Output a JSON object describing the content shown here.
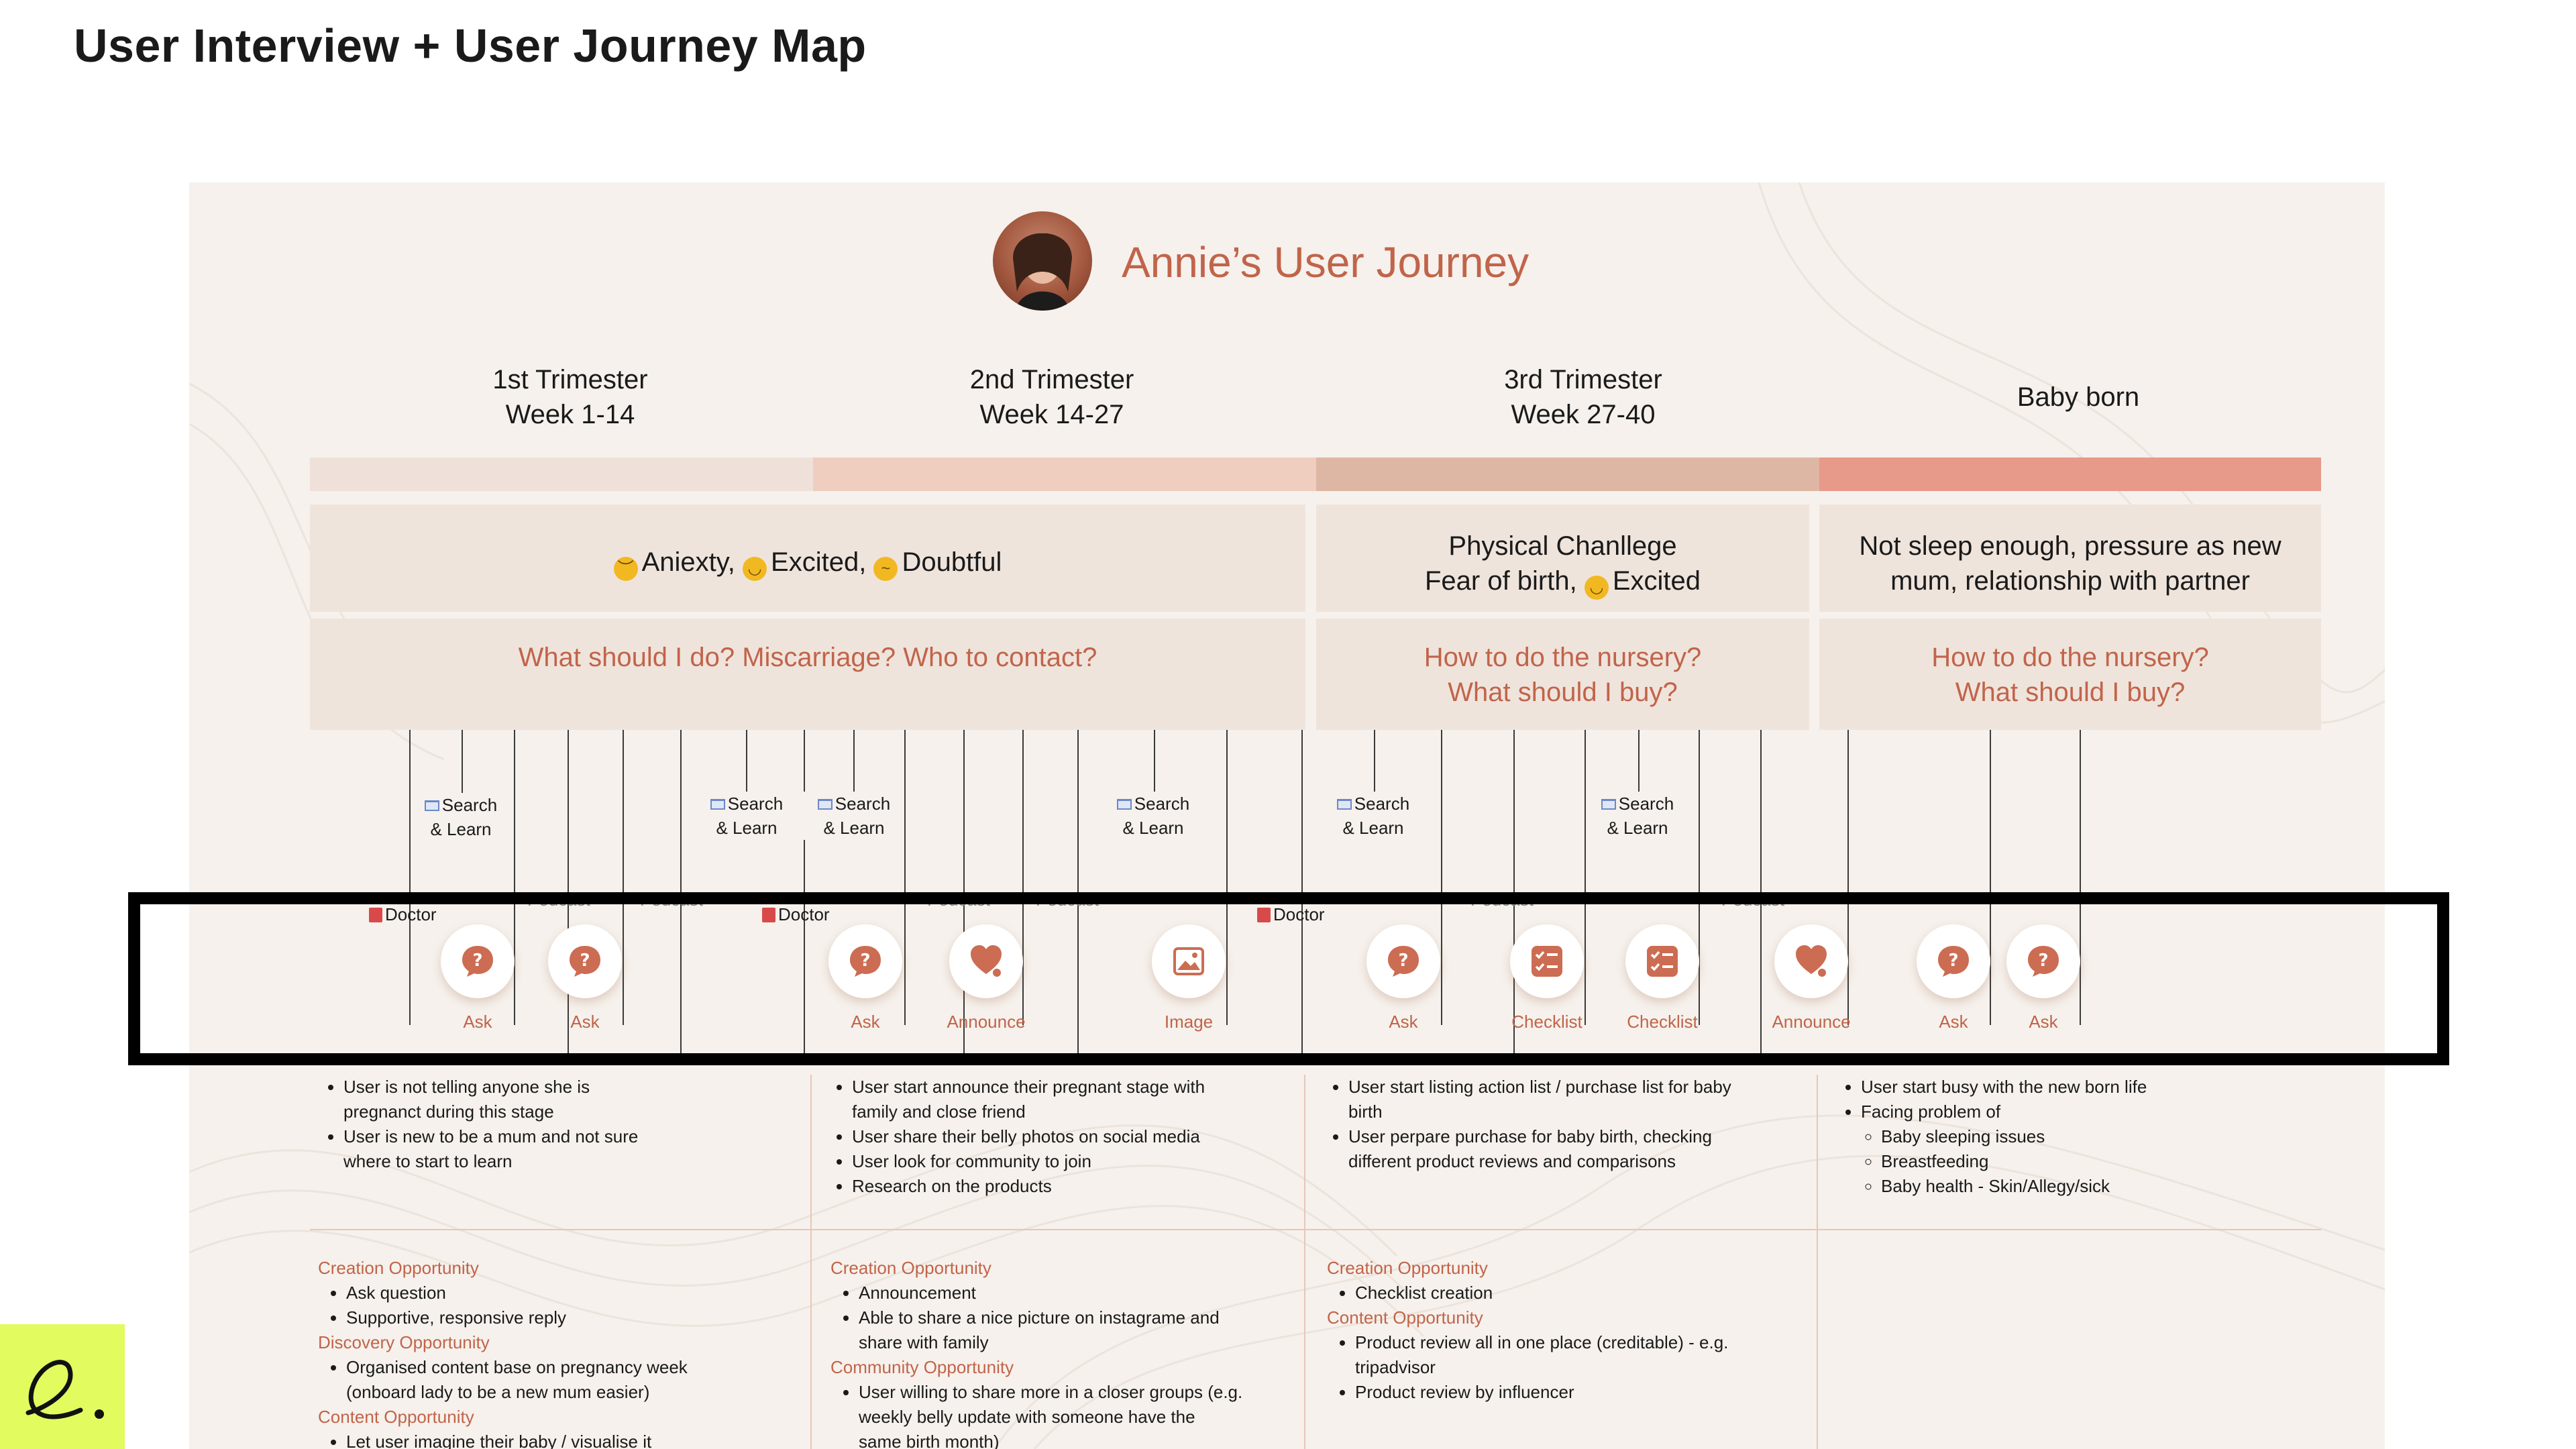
{
  "page": {
    "title": "User Interview + User Journey Map"
  },
  "journey": {
    "title": "Annie’s User Journey",
    "stages": [
      {
        "line1": "1st Trimester",
        "line2": "Week 1-14"
      },
      {
        "line1": "2nd Trimester",
        "line2": "Week 14-27"
      },
      {
        "line1": "3rd Trimester",
        "line2": "Week 27-40"
      },
      {
        "line1": "Baby born",
        "line2": ""
      }
    ],
    "stage_colors": [
      "#efe1d9",
      "#efcdbf",
      "#deb7a4",
      "#e7998a"
    ],
    "emotions": {
      "e1_a": "Aniexty,",
      "e1_b": "Excited,",
      "e1_c": "Doubtful",
      "e3_line1": "Physical Chanllege",
      "e3_line2_a": "Fear of birth,",
      "e3_line2_b": "Excited",
      "e4_line1": "Not sleep enough, pressure as new",
      "e4_line2": "mum, relationship with partner"
    },
    "questions": {
      "q1": "What should I do? Miscarriage? Who to contact?",
      "q3_line1": "How to do the nursery?",
      "q3_line2": "What should I buy?",
      "q4_line1": "How to do the nursery?",
      "q4_line2": "What should I buy?"
    },
    "touchpoints": {
      "search": "Search",
      "learn": "& Learn",
      "doctor": "Doctor",
      "podcast": "Podcast"
    },
    "actions": {
      "ask": "Ask",
      "announce": "Announce",
      "image": "Image",
      "checklist": "Checklist"
    },
    "behaviours": {
      "col1": [
        "User is not telling anyone she is",
        "pregnanct during this stage",
        "User is new to be a mum and not sure",
        "where to start to learn"
      ],
      "col2": [
        "User start announce their pregnant stage with",
        "family and close friend",
        "User share their belly photos on social media",
        "User look for community to join",
        "Research on the products"
      ],
      "col3": [
        "User start listing action list / purchase list for baby",
        "birth",
        "User perpare purchase for baby birth, checking",
        "different product reviews and comparisons"
      ],
      "col4": [
        "User start busy with the new born life",
        "Facing problem of",
        "Baby sleeping issues",
        "Breastfeeding",
        "Baby health - Skin/Allegy/sick"
      ]
    },
    "opportunities": {
      "col1": {
        "h1": "Creation Opportunity",
        "i1": "Ask question",
        "i2": "Supportive, responsive reply",
        "h2": "Discovery Opportunity",
        "i3": "Organised content base on pregnancy week",
        "i3b": "(onboard lady to be a new mum easier)",
        "h3": "Content Opportunity",
        "i4": "Let user imagine their baby / visualise it"
      },
      "col2": {
        "h1": "Creation Opportunity",
        "i1": "Announcement",
        "i2": "Able to share a nice picture on instagrame and",
        "i2b": "share with family",
        "h2": "Community Opportunity",
        "i3": "User willing to share more in a closer groups (e.g.",
        "i3b": "weekly belly update with someone have the",
        "i3c": "same birth month)"
      },
      "col3": {
        "h1": "Creation Opportunity",
        "i1": "Checklist creation",
        "h2": "Content Opportunity",
        "i2": "Product review all in one place (creditable) - e.g.",
        "i2b": "tripadvisor",
        "i3": "Product review by influencer"
      }
    }
  }
}
